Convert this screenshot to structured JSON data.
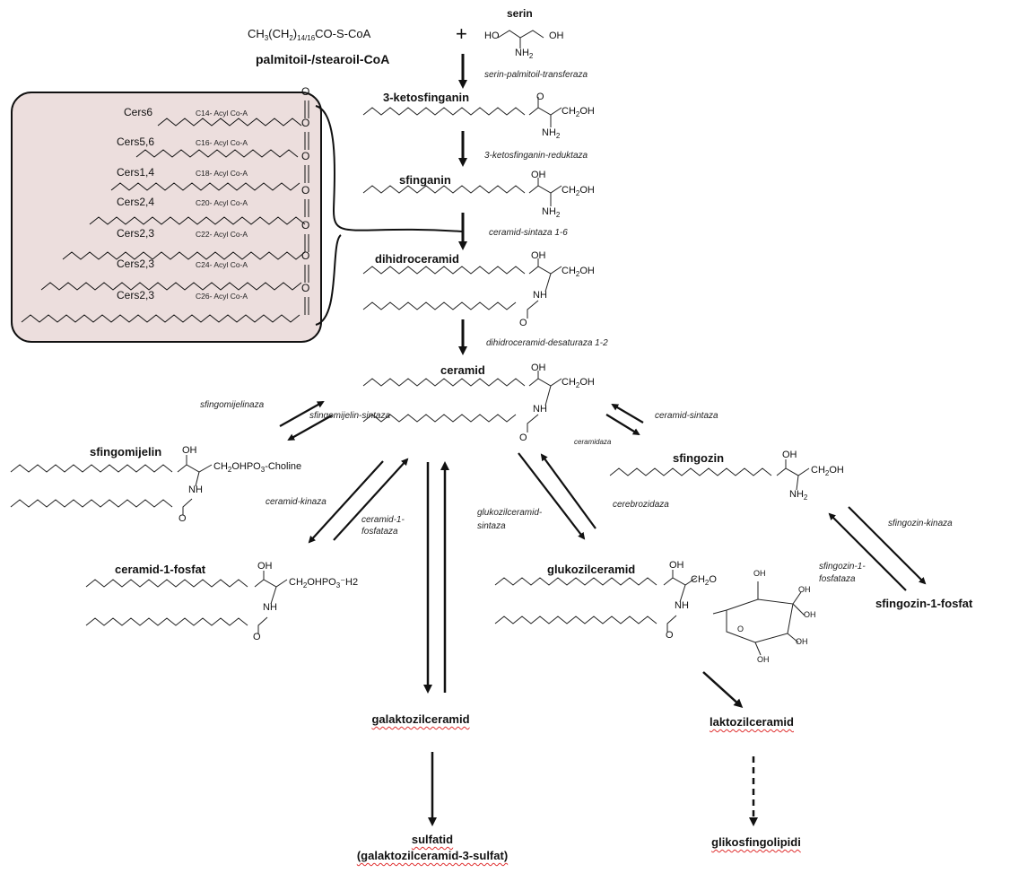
{
  "start": {
    "formula_main": "CH",
    "formula_parts": [
      "3",
      "(CH",
      "2",
      ")",
      "14/16",
      "CO-S-CoA"
    ],
    "name": "palmitoil-/stearoil-CoA",
    "plus": "+",
    "serin": "serin",
    "serin_groups": [
      "HO",
      "OH",
      "NH",
      "2"
    ]
  },
  "cers_box": {
    "items": [
      {
        "cers": "Cers6",
        "acyl": "C14- Acyl Co-A"
      },
      {
        "cers": "Cers5,6",
        "acyl": "C16- Acyl Co-A"
      },
      {
        "cers": "Cers1,4",
        "acyl": "C18- Acyl Co-A"
      },
      {
        "cers": "Cers2,4",
        "acyl": "C20- Acyl Co-A"
      },
      {
        "cers": "Cers2,3",
        "acyl": "C22- Acyl Co-A"
      },
      {
        "cers": "Cers2,3",
        "acyl": "C24- Acyl Co-A"
      },
      {
        "cers": "Cers2,3",
        "acyl": "C26- Acyl Co-A"
      }
    ],
    "ketone_o": "O",
    "fill": "#ecdedd"
  },
  "compounds": {
    "ketosfinganin": "3-ketosfinganin",
    "sfinganin": "sfinganin",
    "dihidroceramid": "dihidroceramid",
    "ceramid": "ceramid",
    "sfingomijelin": "sfingomijelin",
    "sfingozin": "sfingozin",
    "ceramid_1_fosfat": "ceramid-1-fosfat",
    "glukozilceramid": "glukozilceramid",
    "sfingozin_1_fosfat": "sfingozin-1-fosfat",
    "galaktozilceramid": "galaktozilceramid",
    "laktozilceramid": "laktozilceramid",
    "sulfatid": "sulfatid",
    "sulfatid_sub": "(galaktozilceramid-3-sulfat)",
    "glikosfingolipidi": "glikosfingolipidi"
  },
  "enzymes": {
    "spt": "serin-palmitoil-transferaza",
    "ksr": "3-ketosfinganin-reduktaza",
    "cers": "ceramid-sintaza 1-6",
    "des": "dihidroceramid-desaturaza 1-2",
    "smase": "sfingomijelinaza",
    "sms": "sfingomijelin-sintaza",
    "cer_sint": "ceramid-sintaza",
    "ceramidaza": "ceramidaza",
    "cerk": "ceramid-kinaza",
    "c1pp_1": "ceramid-1-",
    "c1pp_2": "fosfataza",
    "gcs_1": "glukozilceramid-",
    "gcs_2": "sintaza",
    "cerebrozidaza": "cerebrozidaza",
    "sphk": "sfingozin-kinaza",
    "s1pp_1": "sfingozin-1-",
    "s1pp_2": "fosfataza"
  },
  "groups": {
    "ch2oh": "CH",
    "oh": "OH",
    "o": "O",
    "nh": "NH",
    "nh2": "NH",
    "two": "2",
    "three": "3",
    "sm_head": "CH",
    "sm_head_tail": "OHPO",
    "sm_choline": "-Choline",
    "c1p_head": "CH",
    "c1p_tail": "OHPO",
    "c1p_end": "⁻H2",
    "glc_o": "O",
    "glc_ch2": "CH",
    "glc_sub": "2",
    "glc_oh": "OH"
  },
  "colors": {
    "box_fill": "#ecdedd",
    "wavy": "#e03030",
    "line": "#111111"
  }
}
